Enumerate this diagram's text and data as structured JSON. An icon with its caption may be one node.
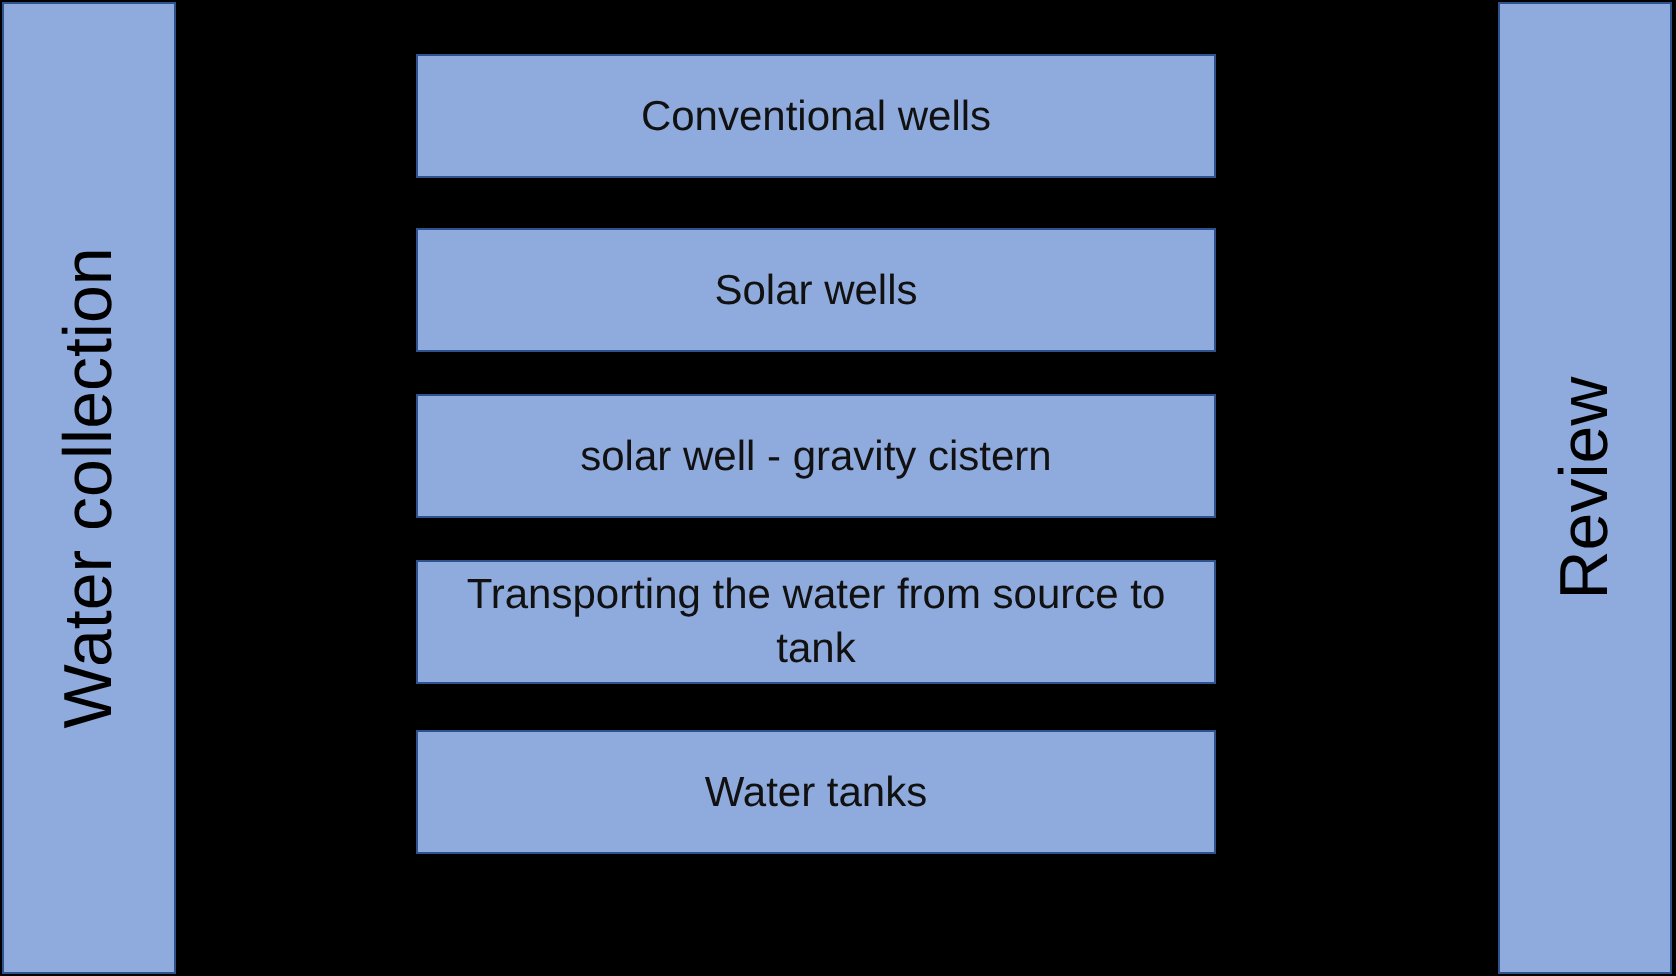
{
  "diagram": {
    "nodes": [
      {
        "text": [
          "Water collection"
        ]
      },
      {
        "text": [
          "Conventional wells"
        ]
      },
      {
        "text": [
          "Solar wells"
        ]
      },
      {
        "text": [
          "solar well - gravity cistern"
        ]
      },
      {
        "text": [
          "Transporting the water from source to tank"
        ]
      },
      {
        "text": [
          "Water tanks"
        ]
      },
      {
        "text": [
          "Review"
        ]
      }
    ]
  }
}
